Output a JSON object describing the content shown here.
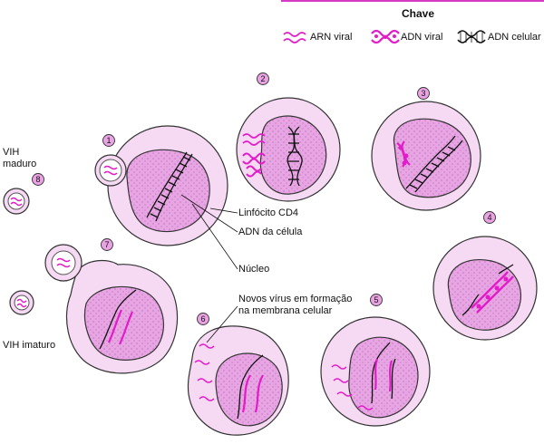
{
  "key": {
    "title": "Chave",
    "items": [
      {
        "label": "ARN viral",
        "icon": "rna-wave-icon"
      },
      {
        "label": "ADN viral",
        "icon": "viral-dna-helix-icon"
      },
      {
        "label": "ADN celular",
        "icon": "cellular-dna-helix-icon"
      }
    ]
  },
  "steps": [
    "1",
    "2",
    "3",
    "4",
    "5",
    "6",
    "7",
    "8"
  ],
  "labels": {
    "mature_hiv": [
      "VIH",
      "maduro"
    ],
    "immature_hiv": "VIH imaturo",
    "cd4_lymphocyte": "Linfócito CD4",
    "cell_dna": "ADN da célula",
    "nucleus": "Núcleo",
    "budding": [
      "Novos vírus em formação",
      "na membrana celular"
    ]
  },
  "colors": {
    "cell_fill": "#f6d9f3",
    "cell_stroke": "#333333",
    "nucleus_fill": "#e7a6e3",
    "viral": "#e21cc9",
    "cellular_dna": "#111111",
    "key_rule": "#d63bc4"
  }
}
